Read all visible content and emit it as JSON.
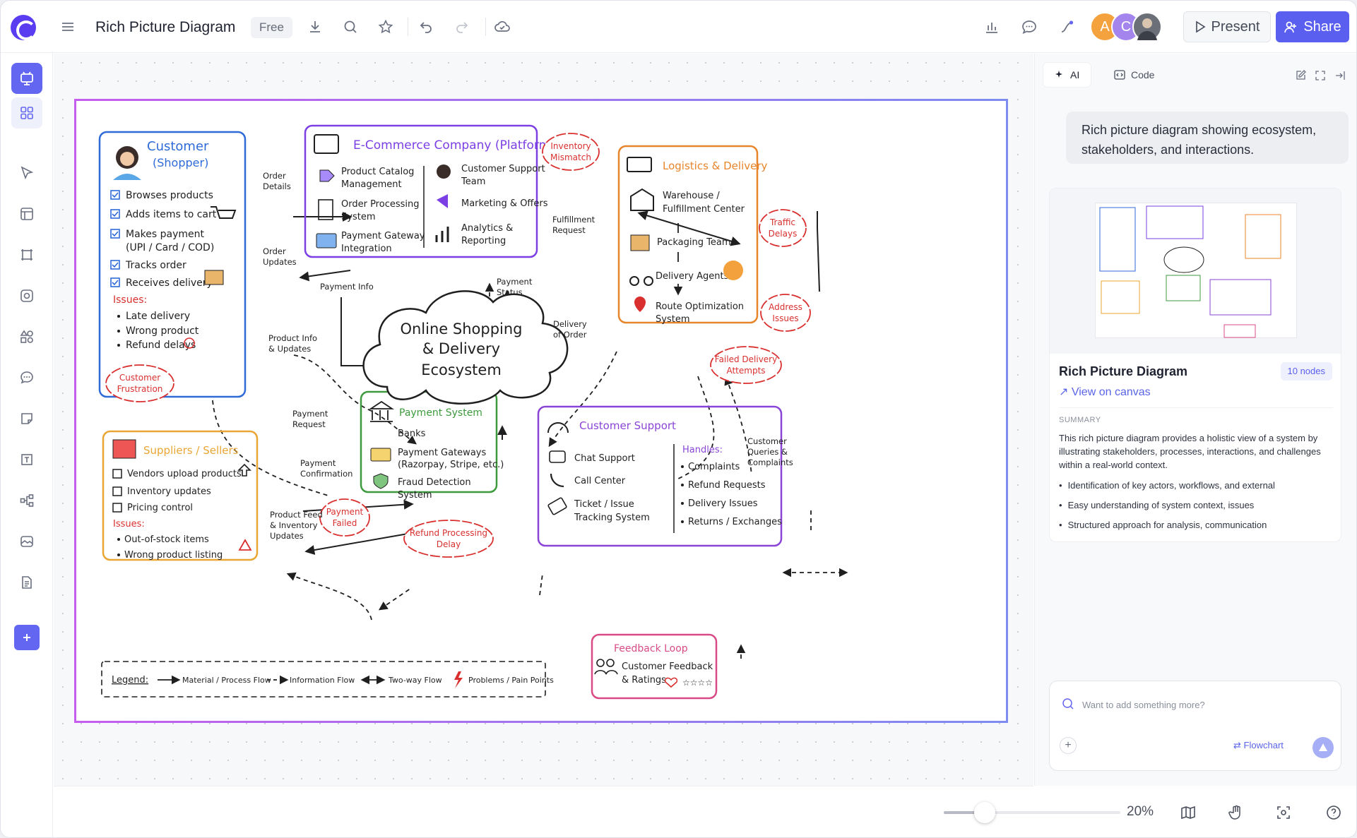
{
  "app": {
    "title": "Rich Picture Diagram",
    "plan_badge": "Free"
  },
  "toolbar": {
    "present_label": "Present",
    "share_label": "Share"
  },
  "avatars": [
    {
      "initial": "A",
      "color": "#f4a23d"
    },
    {
      "initial": "C",
      "color": "#9c7ae8"
    },
    {
      "initial": "",
      "color": "#6b6f78"
    }
  ],
  "canvas": {
    "zoom_label": "20%",
    "zoom_level": 0.2,
    "diagram": {
      "center": [
        "Online Shopping",
        "& Delivery",
        "Ecosystem"
      ],
      "customer": {
        "title": [
          "Customer",
          "(Shopper)"
        ],
        "items": [
          "Browses products",
          "Adds items to cart",
          "Makes payment",
          "(UPI / Card / COD)",
          "Tracks order",
          "Receives delivery"
        ],
        "issues_label": "Issues:",
        "issues": [
          "Late delivery",
          "Wrong product",
          "Refund delays"
        ]
      },
      "platform": {
        "title": "E-Commerce Company (Platform)",
        "left": [
          "Product Catalog",
          "Management",
          "Order Processing",
          "System",
          "Payment Gateway",
          "Integration"
        ],
        "right": [
          "Customer Support",
          "Team",
          "Marketing & Offers",
          "Analytics &",
          "Reporting"
        ]
      },
      "logistics": {
        "title": "Logistics & Delivery",
        "items": [
          "Warehouse /",
          "Fulfillment Center",
          "Packaging Team",
          "Delivery Agents",
          "Route Optimization",
          "System"
        ]
      },
      "suppliers": {
        "title": "Suppliers / Sellers",
        "items": [
          "Vendors upload products",
          "Inventory updates",
          "Pricing control"
        ],
        "issues_label": "Issues:",
        "issues": [
          "Out-of-stock items",
          "Wrong product listing"
        ]
      },
      "payment": {
        "title": "Payment System",
        "items": [
          "Banks",
          "Payment Gateways",
          "(Razorpay, Stripe, etc.)",
          "Fraud Detection",
          "System"
        ]
      },
      "support": {
        "title": "Customer Support",
        "items": [
          "Chat Support",
          "Call Center",
          "Ticket / Issue",
          "Tracking System"
        ],
        "handles_label": "Handles:",
        "handles": [
          "Complaints",
          "Refund Requests",
          "Delivery Issues",
          "Returns / Exchanges"
        ]
      },
      "feedback": {
        "title": "Feedback Loop",
        "lines": [
          "Customer Feedback",
          "& Ratings"
        ]
      },
      "clouds": [
        [
          "Inventory",
          "Mismatch"
        ],
        [
          "Traffic",
          "Delays"
        ],
        [
          "Address",
          "Issues"
        ],
        [
          "Failed Delivery",
          "Attempts"
        ],
        [
          "Customer",
          "Frustration"
        ],
        [
          "Payment",
          "Failed"
        ],
        [
          "Refund Processing",
          "Delay"
        ]
      ],
      "arrow_labels": [
        [
          "Order",
          "Details"
        ],
        [
          "Order",
          "Updates"
        ],
        [
          "Payment Info"
        ],
        [
          "Payment",
          "Status"
        ],
        [
          "Fulfillment",
          "Request"
        ],
        [
          "Delivery",
          "of Order"
        ],
        [
          "Product Info",
          "& Updates"
        ],
        [
          "Payment",
          "Request"
        ],
        [
          "Payment",
          "Confirmation"
        ],
        [
          "Product Feed",
          "& Inventory",
          "Updates"
        ],
        [
          "Customer",
          "Queries &",
          "Complaints"
        ]
      ],
      "legend": {
        "label": "Legend:",
        "items": [
          "Material / Process Flow",
          "Information Flow",
          "Two-way Flow",
          "Problems / Pain Points"
        ]
      }
    }
  },
  "panel": {
    "tabs": [
      {
        "label": "AI"
      },
      {
        "label": "Code"
      }
    ],
    "prompt": "Rich picture diagram showing ecosystem, stakeholders, and interactions.",
    "card": {
      "title": "Rich Picture Diagram",
      "badge": "10 nodes",
      "view_link": "View on canvas",
      "summary_label": "SUMMARY",
      "summary": "This rich picture diagram provides a holistic view of a system by illustrating stakeholders, processes, interactions, and challenges within a real-world context.",
      "bullets": [
        "Identification of key actors, workflows, and external",
        "Easy understanding of system context, issues",
        "Structured approach for analysis, communication"
      ]
    },
    "input": {
      "placeholder": "Want to add something more?",
      "mode_label": "Flowchart"
    }
  },
  "colors": {
    "accent": "#5a5ff0",
    "customer": "#2f6bd8",
    "platform": "#7b3fe4",
    "logistics": "#e8852b",
    "suppliers": "#e9a634",
    "payment": "#3e9a3e",
    "support": "#8a45d6",
    "feedback": "#d94b86",
    "problem": "#d9302f"
  }
}
